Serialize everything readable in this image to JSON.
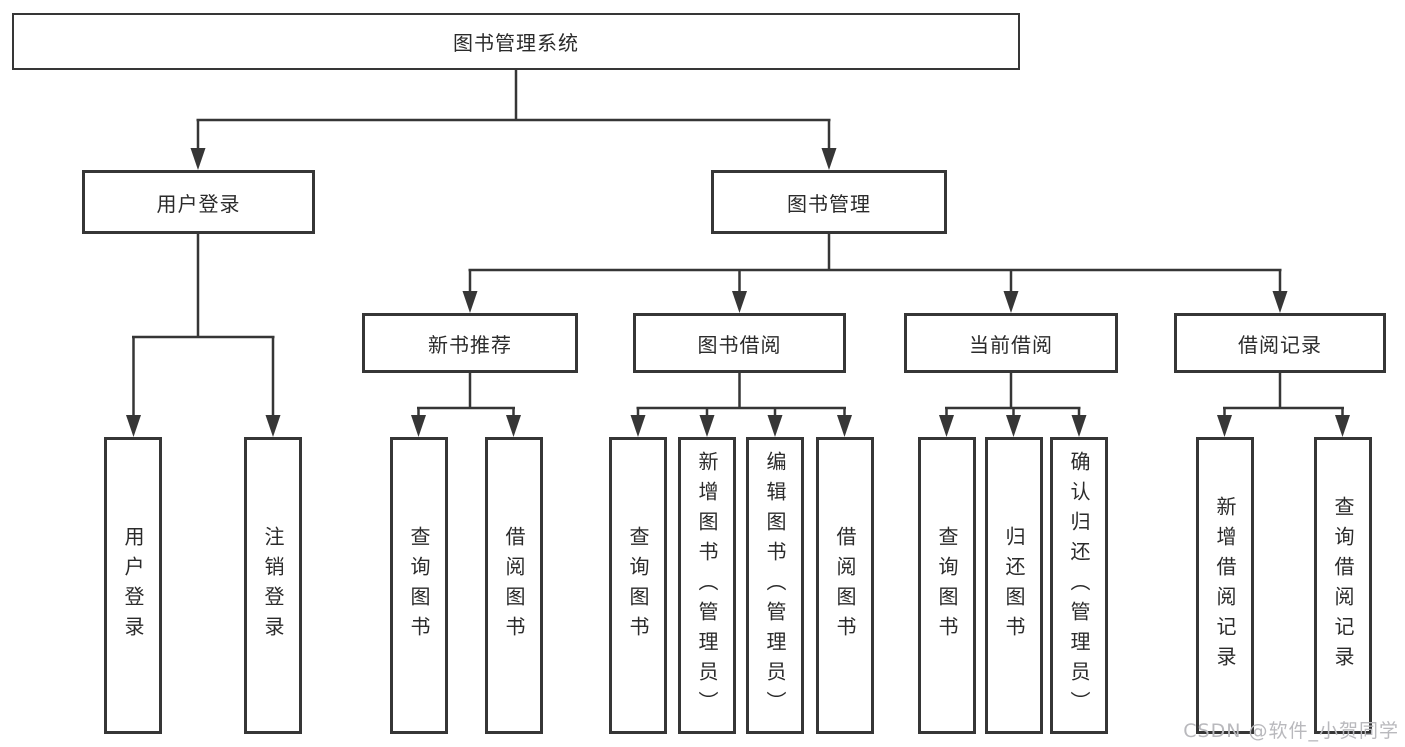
{
  "tree": {
    "root": {
      "label": "图书管理系统"
    },
    "level2": [
      {
        "label": "用户登录"
      },
      {
        "label": "图书管理"
      }
    ],
    "level3": [
      {
        "label": "新书推荐"
      },
      {
        "label": "图书借阅"
      },
      {
        "label": "当前借阅"
      },
      {
        "label": "借阅记录"
      }
    ],
    "leaves": {
      "user_login": [
        "用户登录",
        "注销登录"
      ],
      "new_book": [
        "查询图书",
        "借阅图书"
      ],
      "book_borrow": [
        "查询图书",
        "新增图书（管理员）",
        "编辑图书（管理员）",
        "借阅图书"
      ],
      "current_borrow": [
        "查询图书",
        "归还图书",
        "确认归还（管理员）"
      ],
      "borrow_record": [
        "新增借阅记录",
        "查询借阅记录"
      ]
    }
  },
  "colors": {
    "line": "#363636",
    "text": "#2b2b2b",
    "background": "#ffffff",
    "watermark": "#b9b9bd"
  },
  "watermark": "CSDN @软件_小贺同学"
}
